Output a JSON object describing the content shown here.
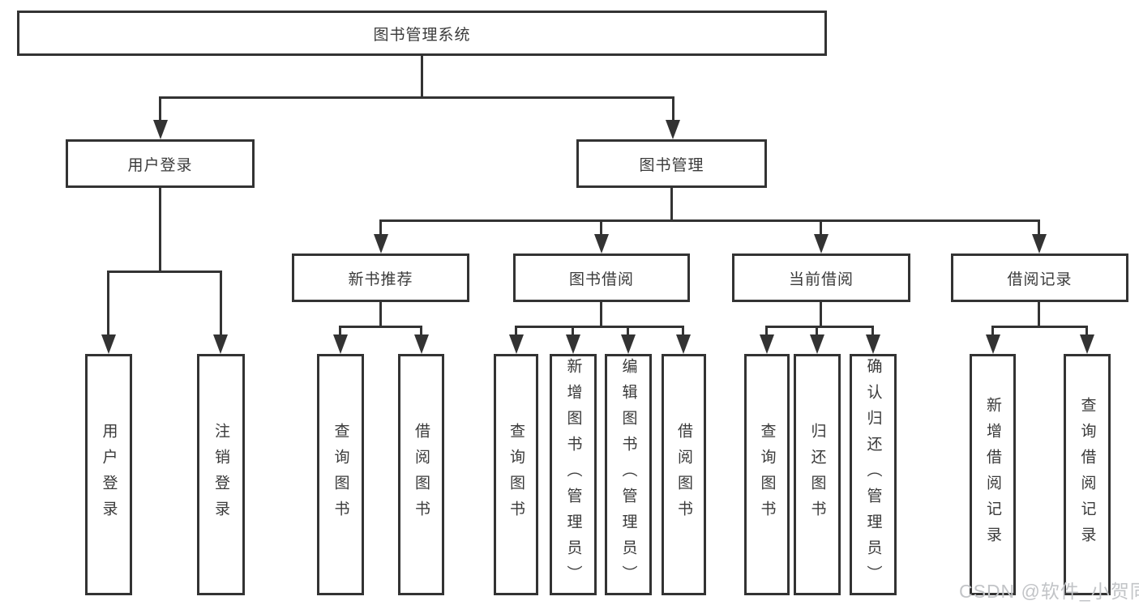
{
  "tree": {
    "label": "图书管理系统",
    "children": [
      {
        "label": "用户登录",
        "children": [
          {
            "label": "用户登录"
          },
          {
            "label": "注销登录"
          }
        ]
      },
      {
        "label": "图书管理",
        "children": [
          {
            "label": "新书推荐",
            "children": [
              {
                "label": "查询图书"
              },
              {
                "label": "借阅图书"
              }
            ]
          },
          {
            "label": "图书借阅",
            "children": [
              {
                "label": "查询图书"
              },
              {
                "label": "新增图书（管理员）"
              },
              {
                "label": "编辑图书（管理员）"
              },
              {
                "label": "借阅图书"
              }
            ]
          },
          {
            "label": "当前借阅",
            "children": [
              {
                "label": "查询图书"
              },
              {
                "label": "归还图书"
              },
              {
                "label": "确认归还（管理员）"
              }
            ]
          },
          {
            "label": "借阅记录",
            "children": [
              {
                "label": "新增借阅记录"
              },
              {
                "label": "查询借阅记录"
              }
            ]
          }
        ]
      }
    ]
  },
  "watermark": "CSDN @软件_小贺同学",
  "colors": {
    "line": "#333333",
    "text": "#3a3a3a",
    "background": "#ffffff",
    "watermark": "#c2c4c7"
  }
}
